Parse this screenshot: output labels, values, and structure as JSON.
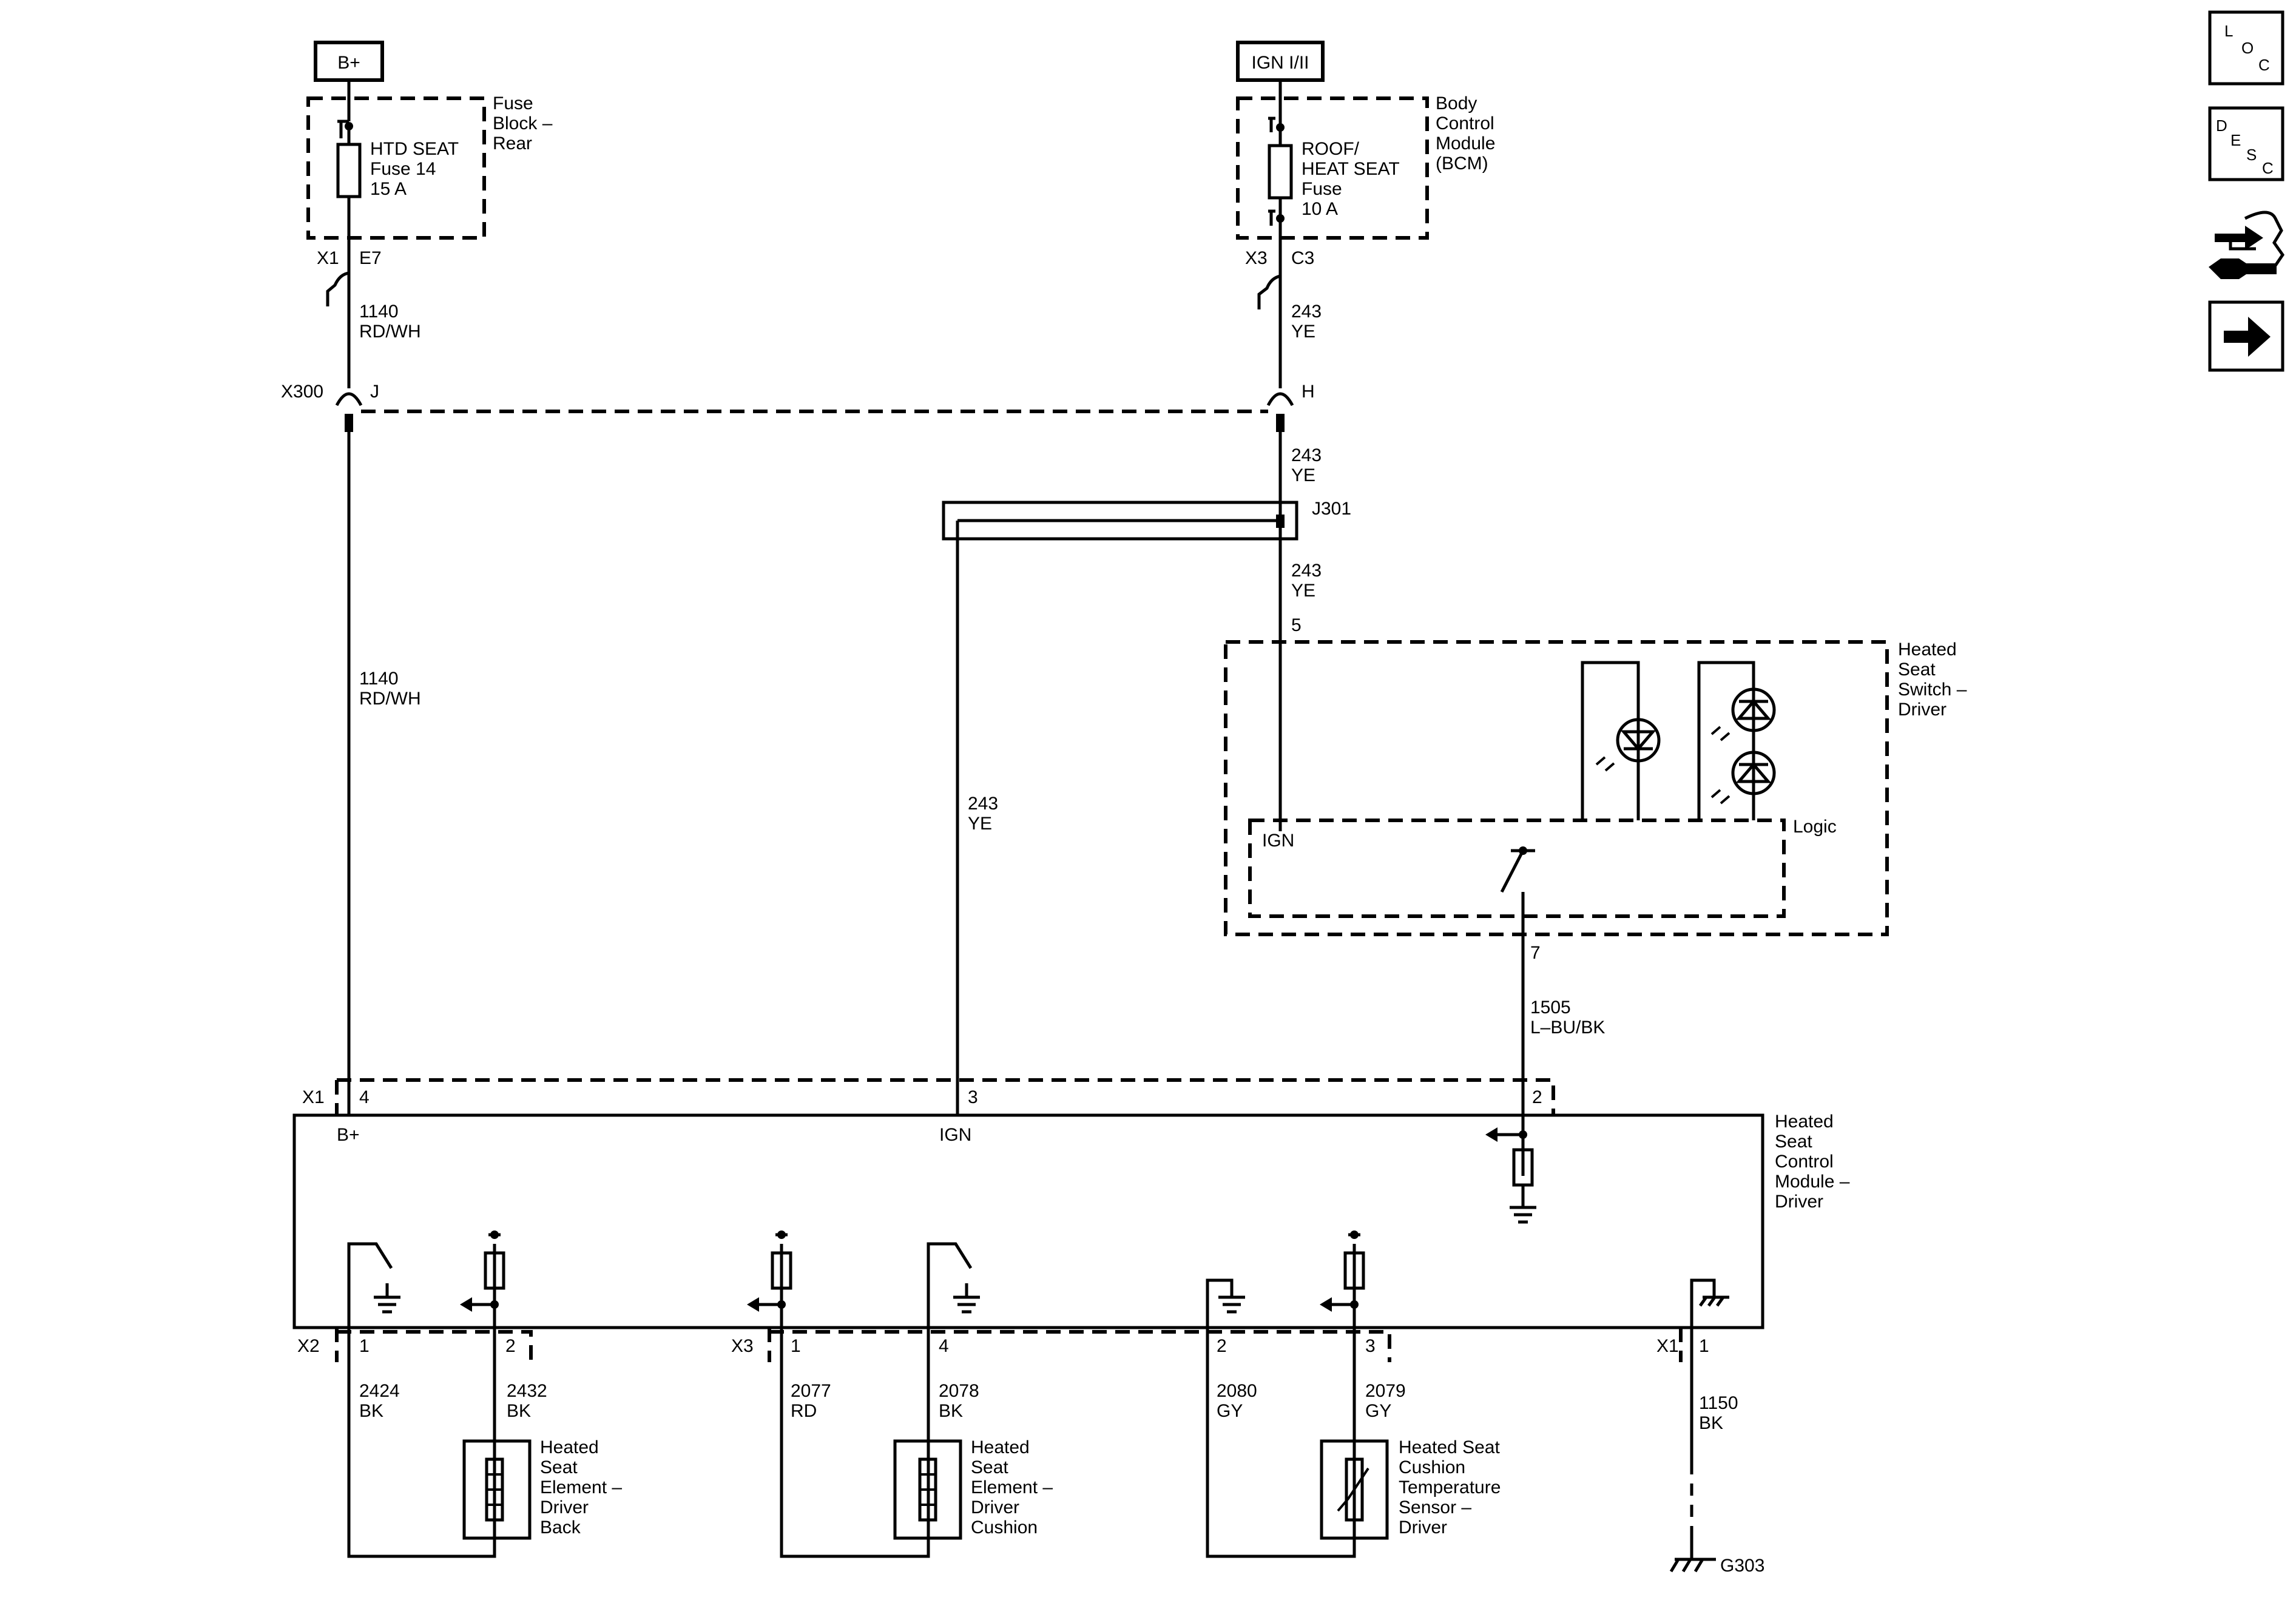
{
  "sources": {
    "bplus": "B+",
    "ign": "IGN I/II"
  },
  "fuse_block": {
    "name": [
      "Fuse",
      "Block –",
      "Rear"
    ],
    "fuse": [
      "HTD SEAT",
      "Fuse 14",
      "15 A"
    ],
    "conn": "X1",
    "pin": "E7"
  },
  "bcm": {
    "name": [
      "Body",
      "Control",
      "Module",
      "(BCM)"
    ],
    "fuse": [
      "ROOF/",
      "HEAT SEAT",
      "Fuse",
      "10 A"
    ],
    "conn": "X3",
    "pin": "C3"
  },
  "wires": {
    "w1140": [
      "1140",
      "RD/WH"
    ],
    "w243": [
      "243",
      "YE"
    ],
    "w1505": [
      "1505",
      "L–BU/BK"
    ],
    "w2424": [
      "2424",
      "BK"
    ],
    "w2432": [
      "2432",
      "BK"
    ],
    "w2077": [
      "2077",
      "RD"
    ],
    "w2078": [
      "2078",
      "BK"
    ],
    "w2080": [
      "2080",
      "GY"
    ],
    "w2079": [
      "2079",
      "GY"
    ],
    "w1150": [
      "1150",
      "BK"
    ]
  },
  "x300": {
    "conn": "X300",
    "pin_j": "J",
    "pin_h": "H"
  },
  "splice": "J301",
  "switch": {
    "name": [
      "Heated",
      "Seat",
      "Switch –",
      "Driver"
    ],
    "pin_ign": "5",
    "pin_out": "7",
    "logic": "Logic",
    "ign_label": "IGN"
  },
  "module": {
    "name": [
      "Heated",
      "Seat",
      "Control",
      "Module –",
      "Driver"
    ],
    "x1": "X1",
    "pin4": "4",
    "pin3": "3",
    "pin2": "2",
    "bplus_label": "B+",
    "ign_label": "IGN",
    "x2": "X2",
    "x2_p1": "1",
    "x2_p2": "2",
    "x3": "X3",
    "x3_p1": "1",
    "x3_p4": "4",
    "x3_p2": "2",
    "x3_p3": "3",
    "x1b": "X1",
    "x1b_p1": "1"
  },
  "elements": {
    "back": [
      "Heated",
      "Seat",
      "Element –",
      "Driver",
      "Back"
    ],
    "cushion": [
      "Heated",
      "Seat",
      "Element –",
      "Driver",
      "Cushion"
    ],
    "sensor": [
      "Heated Seat",
      "Cushion",
      "Temperature",
      "Sensor –",
      "Driver"
    ]
  },
  "ground": "G303",
  "nav_icons": {
    "loc": [
      "L",
      "O",
      "C"
    ],
    "desc": [
      "D",
      "E",
      "S",
      "C"
    ],
    "tools": "connector-tool-icon",
    "next": "arrow-right-icon"
  }
}
